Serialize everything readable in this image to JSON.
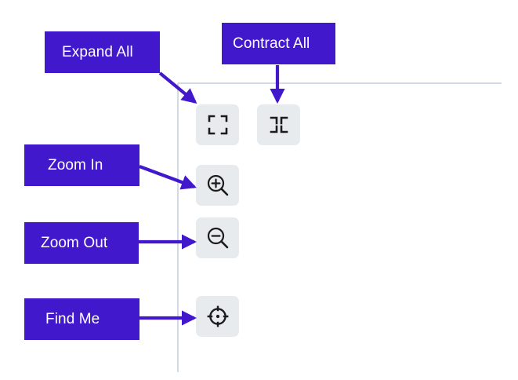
{
  "theme": {
    "callout_bg": "#4218cd",
    "callout_text": "#ffffff",
    "arrow_color": "#4218cd",
    "button_bg": "#e8ebee",
    "icon_color": "#1b1b1b",
    "rule_color": "#d2dae6",
    "page_bg": "#ffffff"
  },
  "toolbar": {
    "buttons": [
      {
        "id": "expand-all",
        "icon": "expand-icon",
        "tooltip": "Expand All"
      },
      {
        "id": "contract-all",
        "icon": "contract-icon",
        "tooltip": "Contract All"
      },
      {
        "id": "zoom-in",
        "icon": "zoom-in-icon",
        "tooltip": "Zoom In"
      },
      {
        "id": "zoom-out",
        "icon": "zoom-out-icon",
        "tooltip": "Zoom Out"
      },
      {
        "id": "find-me",
        "icon": "crosshair-icon",
        "tooltip": "Find Me"
      }
    ]
  },
  "annotations": [
    {
      "id": "expand-all",
      "label": "Expand All",
      "arrow": "diagonal-down-right"
    },
    {
      "id": "contract-all",
      "label": "Contract All",
      "arrow": "down"
    },
    {
      "id": "zoom-in",
      "label": "Zoom In",
      "arrow": "diagonal-down-right"
    },
    {
      "id": "zoom-out",
      "label": "Zoom Out",
      "arrow": "right"
    },
    {
      "id": "find-me",
      "label": "Find Me",
      "arrow": "right"
    }
  ]
}
